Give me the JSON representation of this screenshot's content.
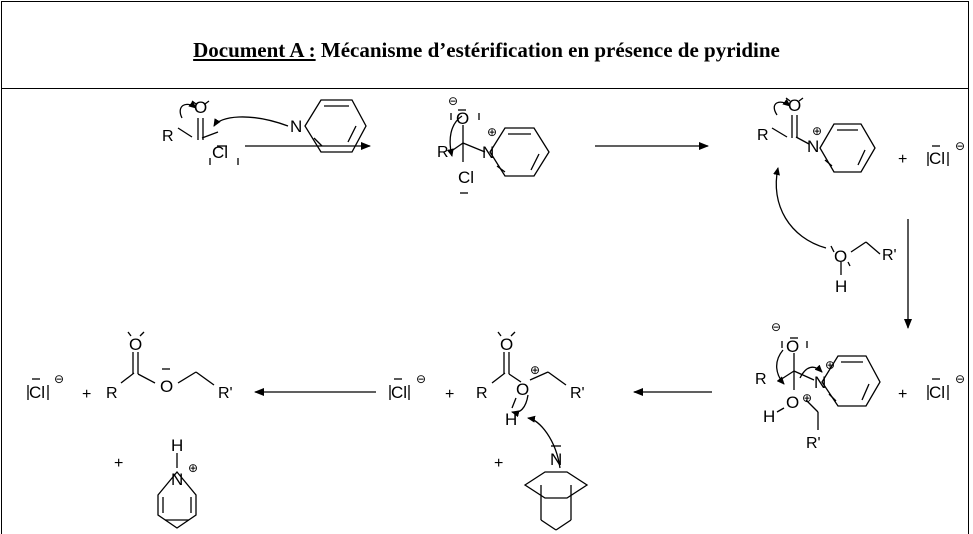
{
  "document": {
    "title_label": "Document A :",
    "title_text": " Mécanisme d’estérification en présence de pyridine"
  },
  "atoms": {
    "R": "R",
    "Rp": "R'",
    "O": "O",
    "Cl": "Cl",
    "N": "N",
    "H": "H",
    "plus": "+",
    "plus_charge": "⊕",
    "minus_charge": "⊖"
  }
}
